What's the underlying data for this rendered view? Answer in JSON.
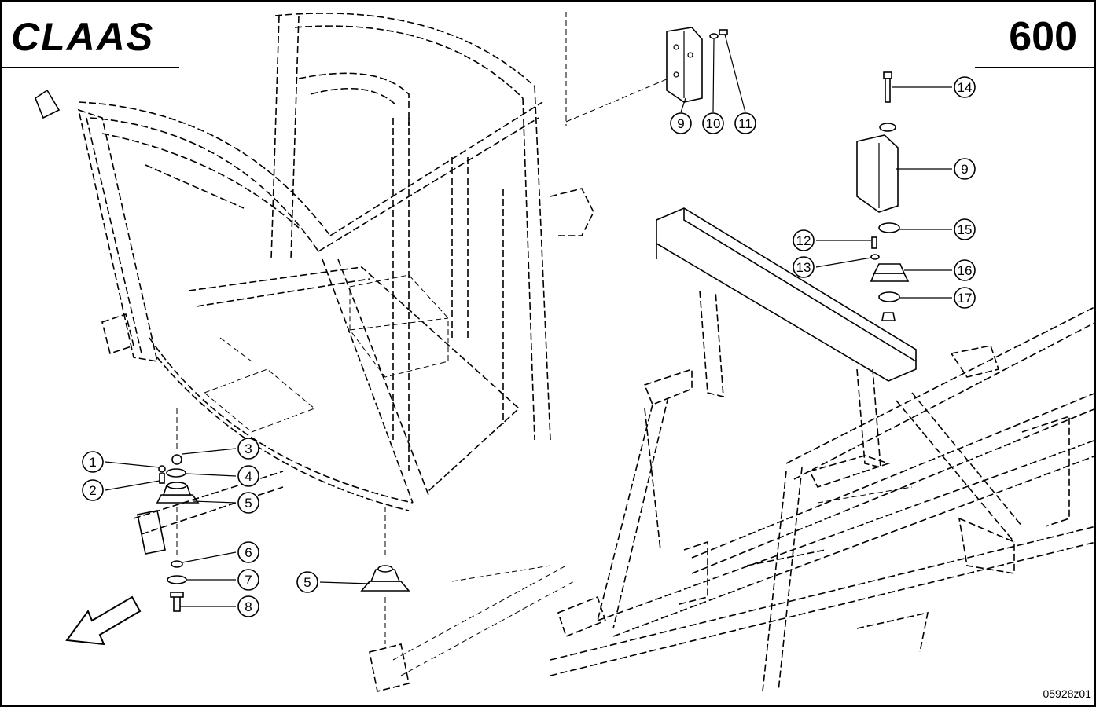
{
  "header": {
    "brand": "CLAAS",
    "page_number": "600"
  },
  "footer": {
    "drawing_number": "05928z01"
  },
  "callouts": [
    {
      "id": "c1",
      "label": "1"
    },
    {
      "id": "c2",
      "label": "2"
    },
    {
      "id": "c3",
      "label": "3"
    },
    {
      "id": "c4",
      "label": "4"
    },
    {
      "id": "c5a",
      "label": "5"
    },
    {
      "id": "c6",
      "label": "6"
    },
    {
      "id": "c7",
      "label": "7"
    },
    {
      "id": "c8",
      "label": "8"
    },
    {
      "id": "c5b",
      "label": "5"
    },
    {
      "id": "c9a",
      "label": "9"
    },
    {
      "id": "c10",
      "label": "10"
    },
    {
      "id": "c11",
      "label": "11"
    },
    {
      "id": "c14",
      "label": "14"
    },
    {
      "id": "c9b",
      "label": "9"
    },
    {
      "id": "c12",
      "label": "12"
    },
    {
      "id": "c15",
      "label": "15"
    },
    {
      "id": "c13",
      "label": "13"
    },
    {
      "id": "c16",
      "label": "16"
    },
    {
      "id": "c17",
      "label": "17"
    }
  ],
  "colors": {
    "line": "#000000",
    "background": "#ffffff"
  },
  "icons": {
    "direction_arrow": "arrow-down-left-icon"
  }
}
